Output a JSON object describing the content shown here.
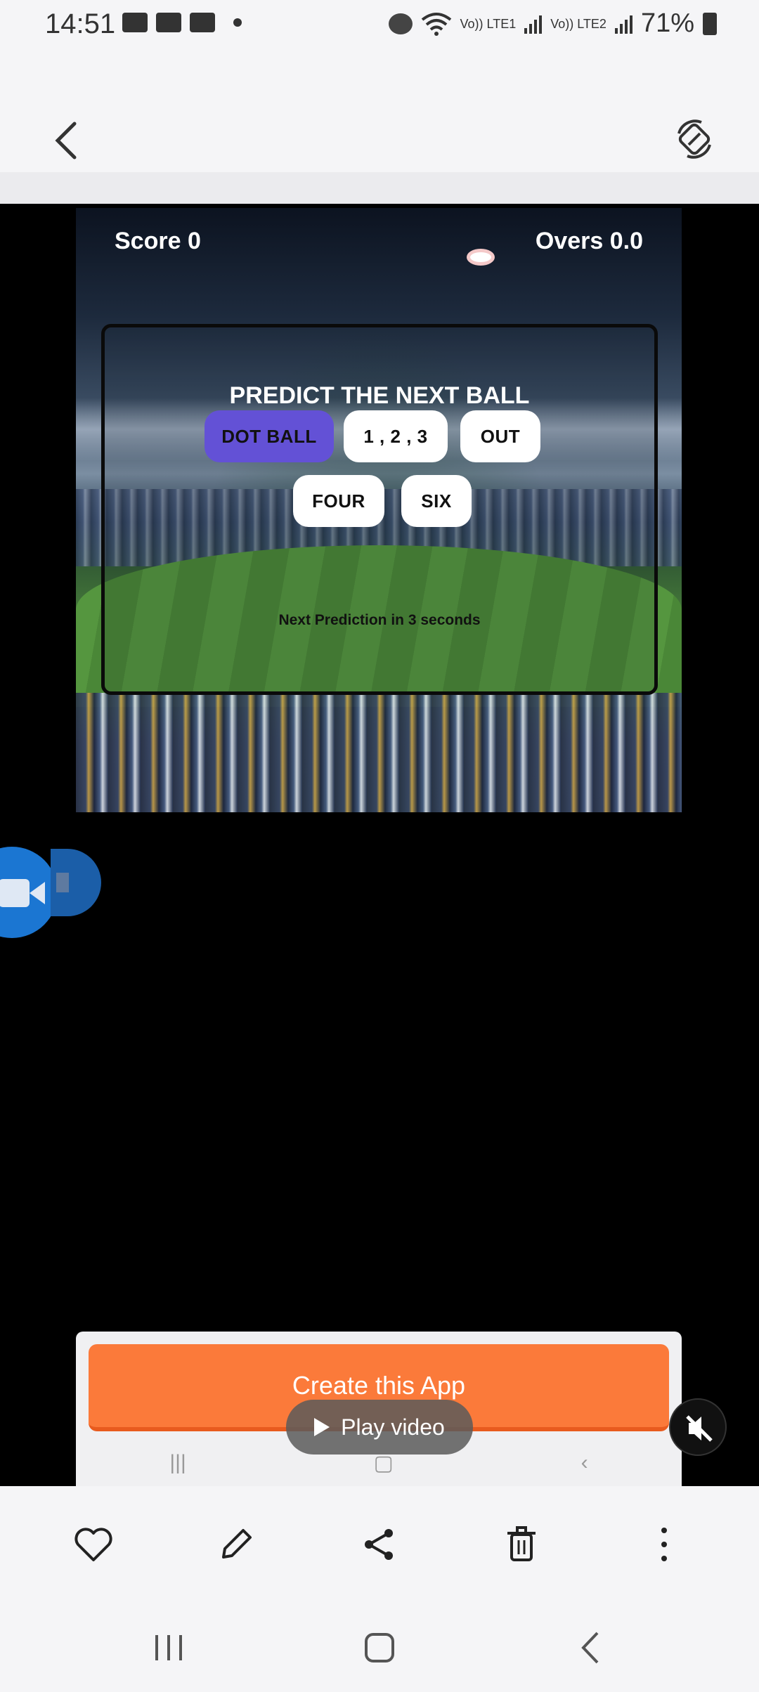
{
  "status_bar": {
    "time": "14:51",
    "sim1": "Vo)) LTE1",
    "sim2": "Vo)) LTE2",
    "battery": "71%"
  },
  "game": {
    "score_label": "Score 0",
    "overs_label": "Overs 0.0",
    "title": "PREDICT THE NEXT BALL",
    "options": [
      "DOT BALL",
      "1 , 2 , 3",
      "OUT",
      "FOUR",
      "SIX"
    ],
    "selected_option": "DOT BALL",
    "next_prediction": "Next Prediction in 3 seconds"
  },
  "create": {
    "button_label": "Create this App"
  },
  "player": {
    "play_label": "Play video"
  },
  "toolbar": {
    "icons": [
      "heart-icon",
      "pencil-icon",
      "share-icon",
      "trash-icon",
      "more-icon"
    ]
  },
  "colors": {
    "selected_option": "#6351d6",
    "create_button": "#fb7a3a",
    "floating_bubble": "#1b76d2"
  }
}
